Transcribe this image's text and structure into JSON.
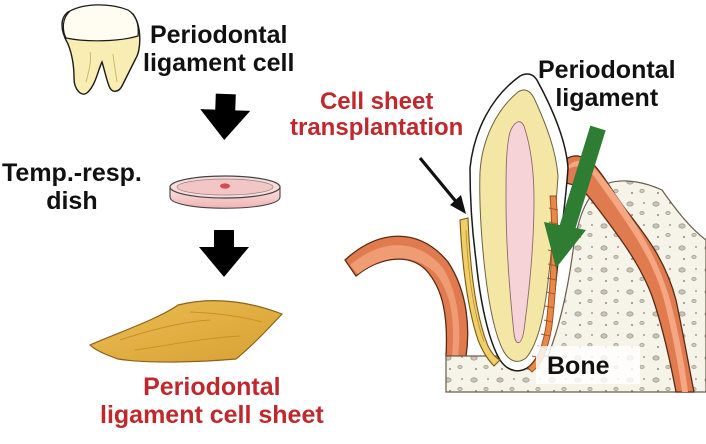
{
  "labels": {
    "pdl_cell": {
      "line1": "Periodontal",
      "line2": "ligament cell"
    },
    "dish": {
      "line1": "Temp.-resp.",
      "line2": "dish"
    },
    "cell_sheet": {
      "line1": "Periodontal",
      "line2": "ligament cell sheet"
    },
    "transplantation": {
      "line1": "Cell sheet",
      "line2": "transplantation"
    },
    "pdl": {
      "line1": "Periodontal",
      "line2": "ligament"
    },
    "bone": "Bone"
  },
  "colors": {
    "text_red": "#c0282d",
    "arrow_black": "#000000",
    "arrow_green": "#2e7d32",
    "gum": "#e07b4f",
    "sheet": "#e3ad3c",
    "tooth_enamel": "#ffffff",
    "dentin": "#f4e6a4",
    "pulp": "#f5d3d6",
    "bone_fill": "#f5f3e8"
  },
  "icons": [
    "tooth-icon",
    "petri-dish-icon",
    "cell-sheet-icon",
    "tooth-cross-section"
  ]
}
